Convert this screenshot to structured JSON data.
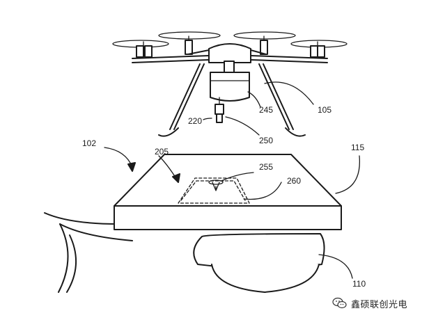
{
  "labels": {
    "l102": "102",
    "l105": "105",
    "l110": "110",
    "l115": "115",
    "l205": "205",
    "l220": "220",
    "l245": "245",
    "l250": "250",
    "l255": "255",
    "l260": "260"
  },
  "watermark": {
    "text": "鑫硕联创光电",
    "icon": "wechat-icon"
  }
}
